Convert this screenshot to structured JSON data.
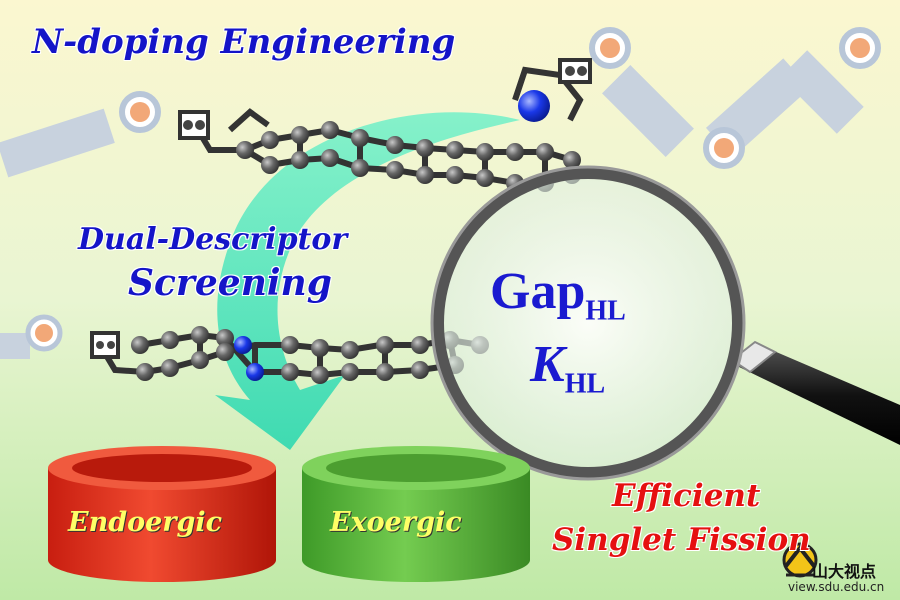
{
  "title": "N-doping Engineering",
  "screening": {
    "line1": "Dual-Descriptor",
    "line2": "Screening"
  },
  "descriptors": {
    "gap_main": "Gap",
    "gap_sub": "HL",
    "k_main": "K",
    "k_sub": "HL"
  },
  "cylinders": [
    {
      "label": "Endoergic",
      "color": "#e8301e"
    },
    {
      "label": "Exoergic",
      "color": "#5dbb3c"
    }
  ],
  "result": {
    "line1": "Efficient",
    "line2": "Singlet Fission"
  },
  "watermark": {
    "cn": "山大视点",
    "url": "view.sdu.edu.cn"
  },
  "colors": {
    "title_blue": "#1414c8",
    "accent_red": "#e51010",
    "arrow_teal": "#3fe0c0",
    "nitrogen_blue": "#1030e0",
    "carbon_gray": "#555555"
  }
}
